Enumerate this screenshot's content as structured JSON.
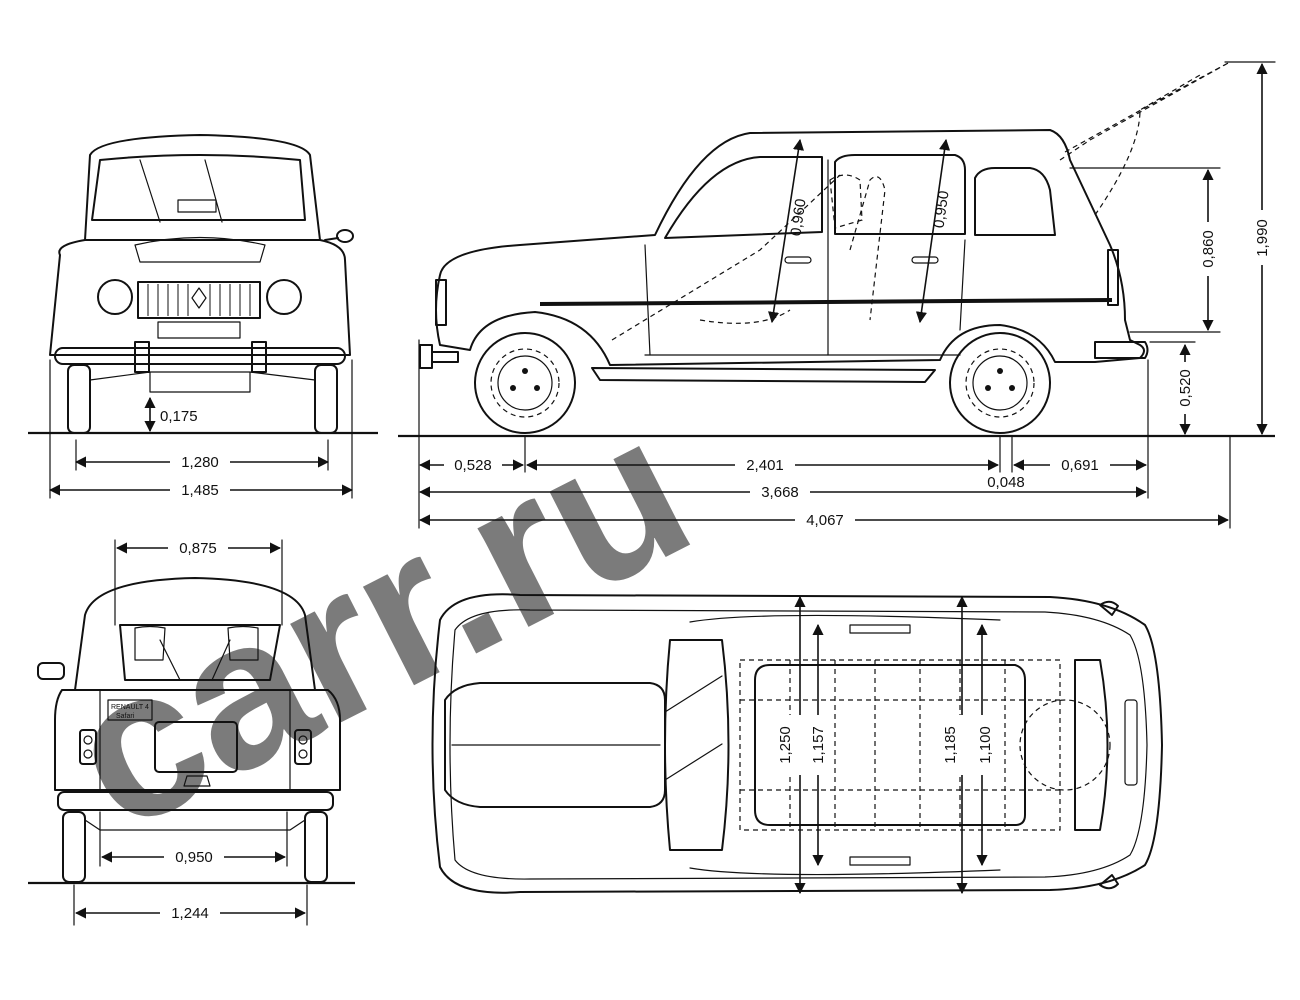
{
  "watermark": {
    "text": "carr.ru",
    "color": "#c8c8c8"
  },
  "front_view": {
    "ground_clearance": "0,175",
    "track": "1,280",
    "overall_width": "1,485"
  },
  "side_view": {
    "front_overhang": "0,528",
    "wheelbase": "2,401",
    "rear_overhang": "0,691",
    "wheelbase_offset": "0,048",
    "body_length": "3,668",
    "overall_length": "4,067",
    "front_interior_height": "0,960",
    "rear_interior_height": "0,950",
    "rear_opening_height": "0,860",
    "sill_height": "0,520",
    "tailgate_open_height": "1,990"
  },
  "rear_view": {
    "rear_window_width": "0,875",
    "rear_opening_width": "0,950",
    "rear_track": "1,244",
    "badge_line1": "RENAULT 4",
    "badge_line2": "Safari"
  },
  "top_view": {
    "front_width_outer": "1,250",
    "front_width_inner": "1,157",
    "rear_width_outer": "1,185",
    "rear_width_inner": "1,100"
  }
}
